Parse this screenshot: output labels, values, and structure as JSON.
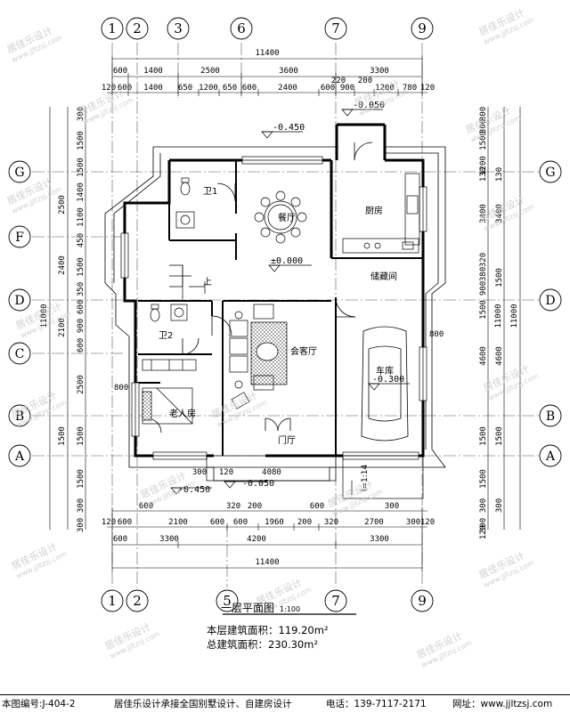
{
  "axes": {
    "top": [
      "1",
      "2",
      "3",
      "6",
      "7",
      "9"
    ],
    "bottom": [
      "1",
      "2",
      "5",
      "7",
      "9"
    ],
    "left": [
      "G",
      "F",
      "D",
      "C",
      "B",
      "A"
    ],
    "right": [
      "G",
      "D",
      "B",
      "A"
    ]
  },
  "dimensions": {
    "top_total": "11400",
    "top_row1": [
      "600",
      "1400",
      "2500",
      "3600",
      "3300"
    ],
    "top_row2": [
      "120",
      "600",
      "1400",
      "650",
      "1200",
      "650",
      "600",
      "2400",
      "600",
      "900",
      "1200",
      "780",
      "120"
    ],
    "top_upper": [
      "220",
      "200"
    ],
    "bottom_total": "11400",
    "bottom_row1": [
      "600",
      "3300",
      "4200",
      "3300"
    ],
    "bottom_row2": [
      "120",
      "600",
      "2100",
      "600",
      "600",
      "1960",
      "200",
      "320",
      "2700",
      "300",
      "120"
    ],
    "bottom_row3": [
      "600",
      "320",
      "200",
      "600",
      "300"
    ],
    "bottom_extra": [
      "300",
      "120",
      "4080"
    ],
    "left_total": "11000",
    "left_segments": [
      "300",
      "1500",
      "1500",
      "1400",
      "1100",
      "2500",
      "450",
      "2400",
      "1500",
      "350",
      "600",
      "2100",
      "900",
      "600",
      "2500",
      "1500",
      "1500",
      "1500",
      "300",
      "300"
    ],
    "right_total_outer": "11000",
    "right_total_inner": "11000",
    "right_segments": [
      "300",
      "1500",
      "1200",
      "300",
      "3400",
      "3400",
      "320",
      "380",
      "900",
      "1500",
      "1500",
      "4600",
      "4600",
      "1500",
      "1500",
      "1500",
      "300",
      "300",
      "300",
      "130",
      "130",
      "120"
    ],
    "interior": [
      "800",
      "800"
    ]
  },
  "elevations": [
    "-0.450",
    "-0.050",
    "±0.000",
    "-0.300",
    "-0.450",
    "-0.050"
  ],
  "rooms": {
    "dining": "餐厅",
    "kitchen": "厨房",
    "bath1": "卫1",
    "bath2": "卫2",
    "storage": "储藏间",
    "living": "会客厅",
    "garage": "车库",
    "elder_room": "老人房",
    "foyer": "门厅",
    "up": "上",
    "ramp": "i=1:14"
  },
  "title": {
    "name": "一层平面图",
    "scale": "1:100"
  },
  "areas": {
    "floor_area": "本层建筑面积：119.20m²",
    "total_area": "总建筑面积：230.30m²"
  },
  "footer": {
    "drawing_no": "本图编号:J-404-2",
    "service": "居佳乐设计承接全国别墅设计、自建房设计",
    "phone": "电话：139-7117-2171",
    "website": "网址：www.jjltzsj.com"
  },
  "watermark": {
    "text": "居佳乐设计",
    "url": "www.jjltzsj.com"
  }
}
